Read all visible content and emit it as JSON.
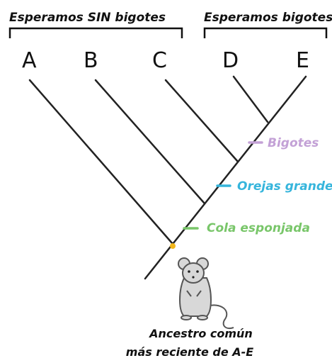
{
  "groups": {
    "without_whiskers": "Esperamos SIN bigotes",
    "with_whiskers": "Esperamos bigotes"
  },
  "taxa": [
    "A",
    "B",
    "C",
    "D",
    "E"
  ],
  "traits": {
    "whiskers": "Bigotes",
    "big_ears": "Orejas grandes",
    "bushy_tail": "Cola esponjada"
  },
  "ancestor": {
    "line1": "Ancestro común",
    "line2": "más reciente de A-E"
  },
  "colors": {
    "whiskers": "#c3a1d6",
    "big_ears": "#36b5dc",
    "bushy_tail": "#79c66a",
    "ancestor_dot": "#f2b61a",
    "branches": "#222222"
  },
  "icons": [
    "bracket-left",
    "bracket-right",
    "rat-icon"
  ]
}
